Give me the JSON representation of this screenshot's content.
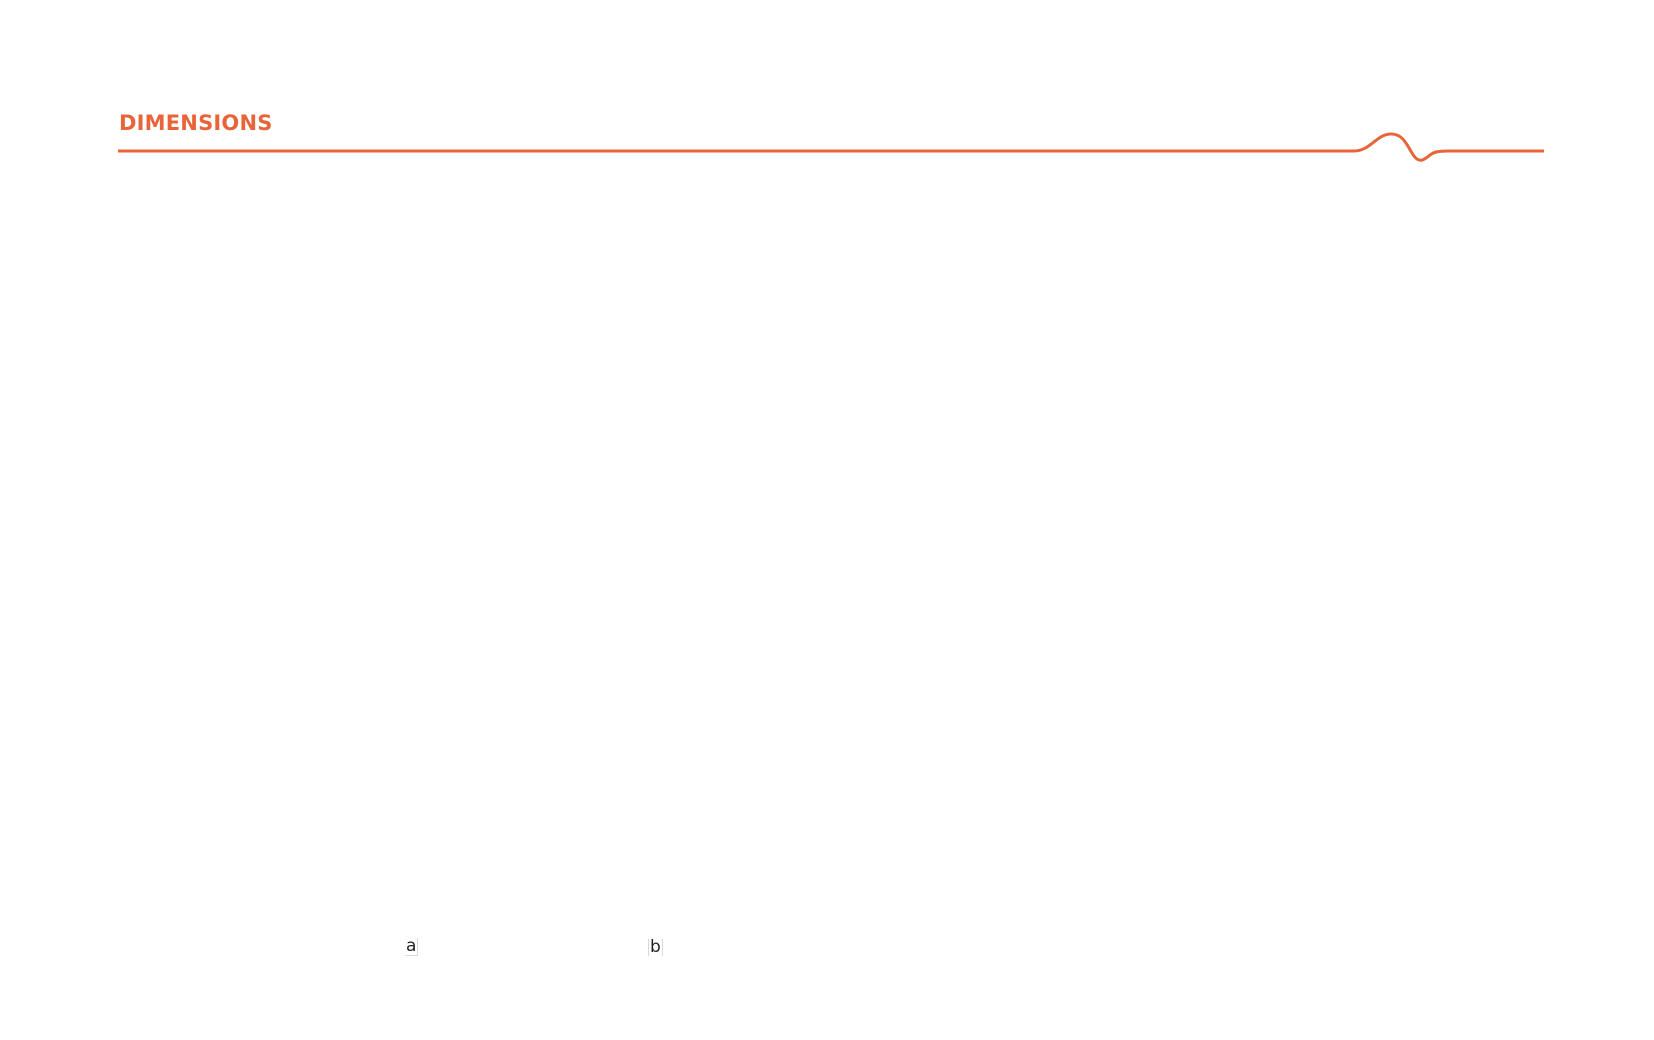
{
  "header": {
    "title": "DIMENSIONS",
    "accent_color": "#e8653a"
  },
  "callouts": {
    "a": "a",
    "b": "b"
  }
}
